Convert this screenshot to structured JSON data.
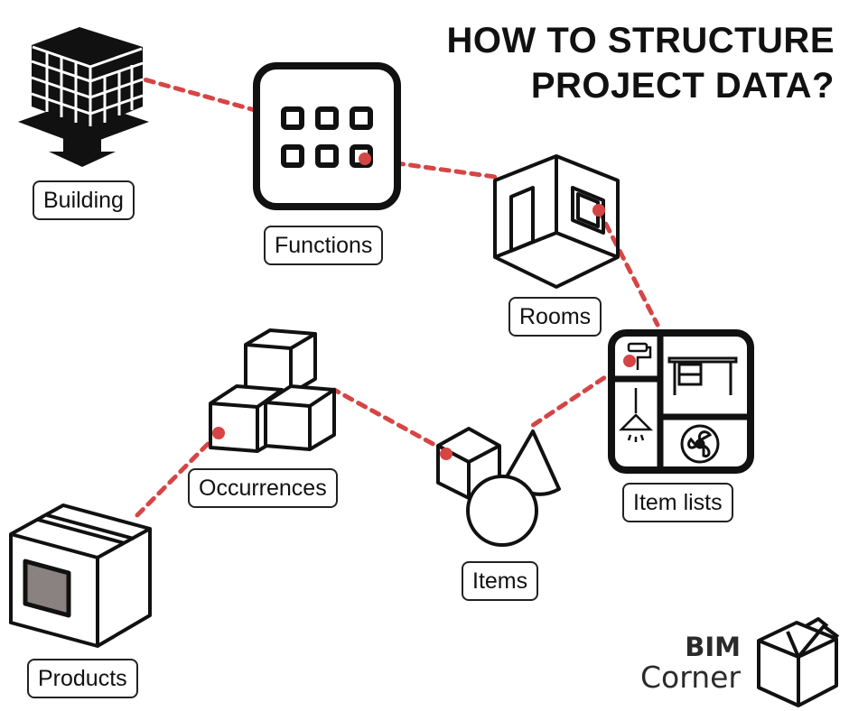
{
  "title": {
    "line1": "HOW TO STRUCTURE",
    "line2": "PROJECT DATA?"
  },
  "nodes": [
    {
      "id": "building",
      "label": "Building",
      "icon": "building-icon"
    },
    {
      "id": "functions",
      "label": "Functions",
      "icon": "grid-icon"
    },
    {
      "id": "rooms",
      "label": "Rooms",
      "icon": "room-icon"
    },
    {
      "id": "item-lists",
      "label": "Item lists",
      "icon": "item-lists-icon"
    },
    {
      "id": "items",
      "label": "Items",
      "icon": "shapes-icon"
    },
    {
      "id": "occurrences",
      "label": "Occurrences",
      "icon": "stacked-cubes-icon"
    },
    {
      "id": "products",
      "label": "Products",
      "icon": "box-icon"
    }
  ],
  "connections": [
    [
      "building",
      "functions"
    ],
    [
      "functions",
      "rooms"
    ],
    [
      "rooms",
      "item-lists"
    ],
    [
      "item-lists",
      "items"
    ],
    [
      "items",
      "occurrences"
    ],
    [
      "occurrences",
      "products"
    ]
  ],
  "brand": {
    "line1": "BIM",
    "line2": "Corner"
  },
  "colors": {
    "connector": "#d64545",
    "ink": "#111111",
    "product_window": "#8a8280"
  }
}
